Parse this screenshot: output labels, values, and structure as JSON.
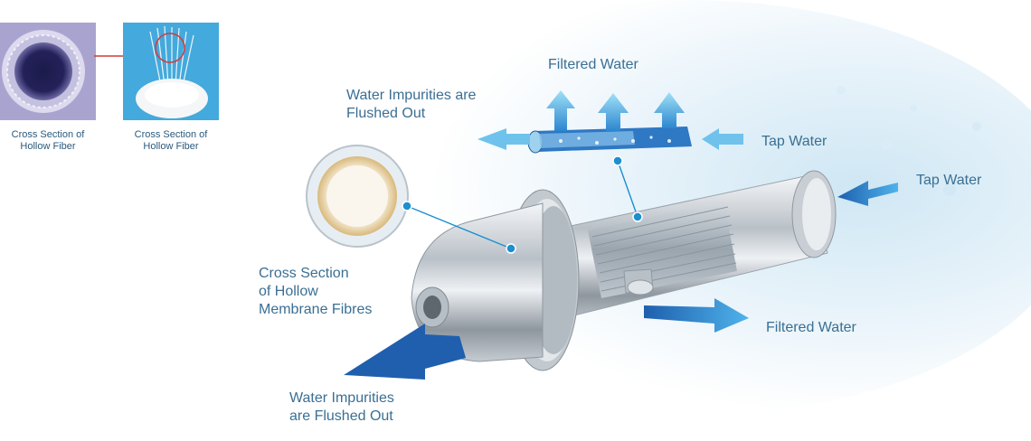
{
  "thumbnails": [
    {
      "caption": "Cross Section of\nHollow Fiber"
    },
    {
      "caption": "Cross Section of\nHollow Fiber"
    }
  ],
  "labels": {
    "filtered_water_top": "Filtered Water",
    "impurities_top": "Water Impurities are\nFlushed Out",
    "tap_water_inner": "Tap Water",
    "tap_water_outer": "Tap Water",
    "cross_section_membrane": "Cross Section\nof Hollow\nMembrane Fibres",
    "filtered_water_bottom": "Filtered Water",
    "impurities_bottom": "Water Impurities\nare Flushed Out"
  },
  "colors": {
    "label_text": "#3a6f93",
    "arrow_blue": "#2f8fd3",
    "arrow_light": "#7fd1f2",
    "callout_dot": "#1b8fd0",
    "steel": "#c9ced3",
    "red_highlight": "#d43a3a"
  }
}
